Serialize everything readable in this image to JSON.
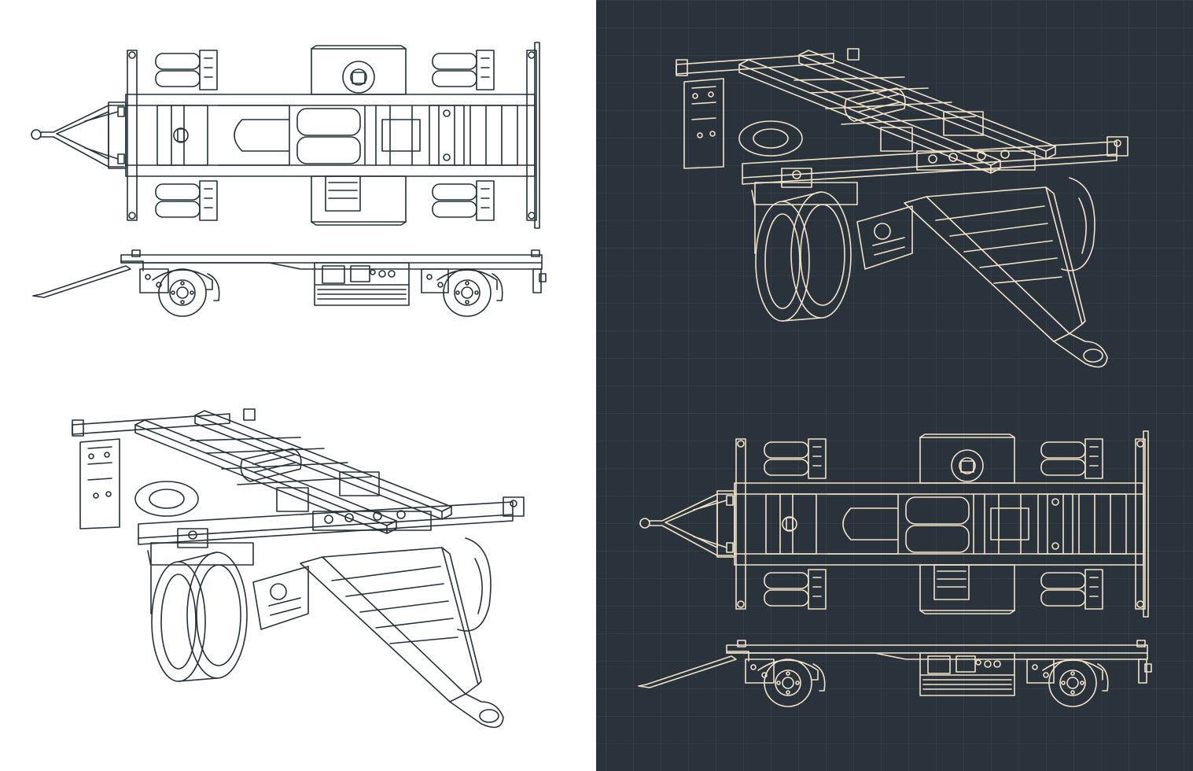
{
  "panels": {
    "light": {
      "background": "#ffffff",
      "ink": "#243238"
    },
    "dark": {
      "background": "#2a323b",
      "ink": "#f1e3c8",
      "grid": "#3a4651"
    }
  },
  "views": [
    "light-top-view",
    "light-side-view",
    "light-perspective-view",
    "dark-perspective-view",
    "dark-top-view",
    "dark-side-view"
  ]
}
